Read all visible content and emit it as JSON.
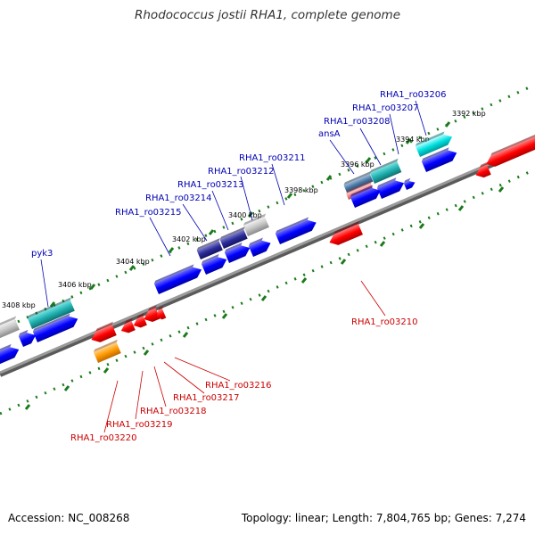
{
  "title": "Rhodococcus jostii RHA1, complete genome",
  "accession": "Accession: NC_008268",
  "stats": "Topology: linear; Length: 7,804,765 bp; Genes: 7,274",
  "colors": {
    "backbone": "#8c8c8c",
    "tick": "#1a7a1a",
    "forward_label": "#0000b4",
    "reverse_label": "#cc0000",
    "cds_forward": "#0000ff",
    "cds_reverse": "#ff0000"
  },
  "tick_labels": [
    "3392 kbp",
    "3394 kbp",
    "3396 kbp",
    "3398 kbp",
    "3400 kbp",
    "3402 kbp",
    "3404 kbp",
    "3406 kbp",
    "3408 kbp"
  ],
  "forward_gene_labels": [
    "RHA1_ro03206",
    "RHA1_ro03207",
    "RHA1_ro03208",
    "ansA",
    "RHA1_ro03211",
    "RHA1_ro03212",
    "RHA1_ro03213",
    "RHA1_ro03214",
    "RHA1_ro03215",
    "pyk3"
  ],
  "reverse_gene_labels": [
    "RHA1_ro03210",
    "RHA1_ro03216",
    "RHA1_ro03217",
    "RHA1_ro03218",
    "RHA1_ro03219",
    "RHA1_ro03220"
  ]
}
